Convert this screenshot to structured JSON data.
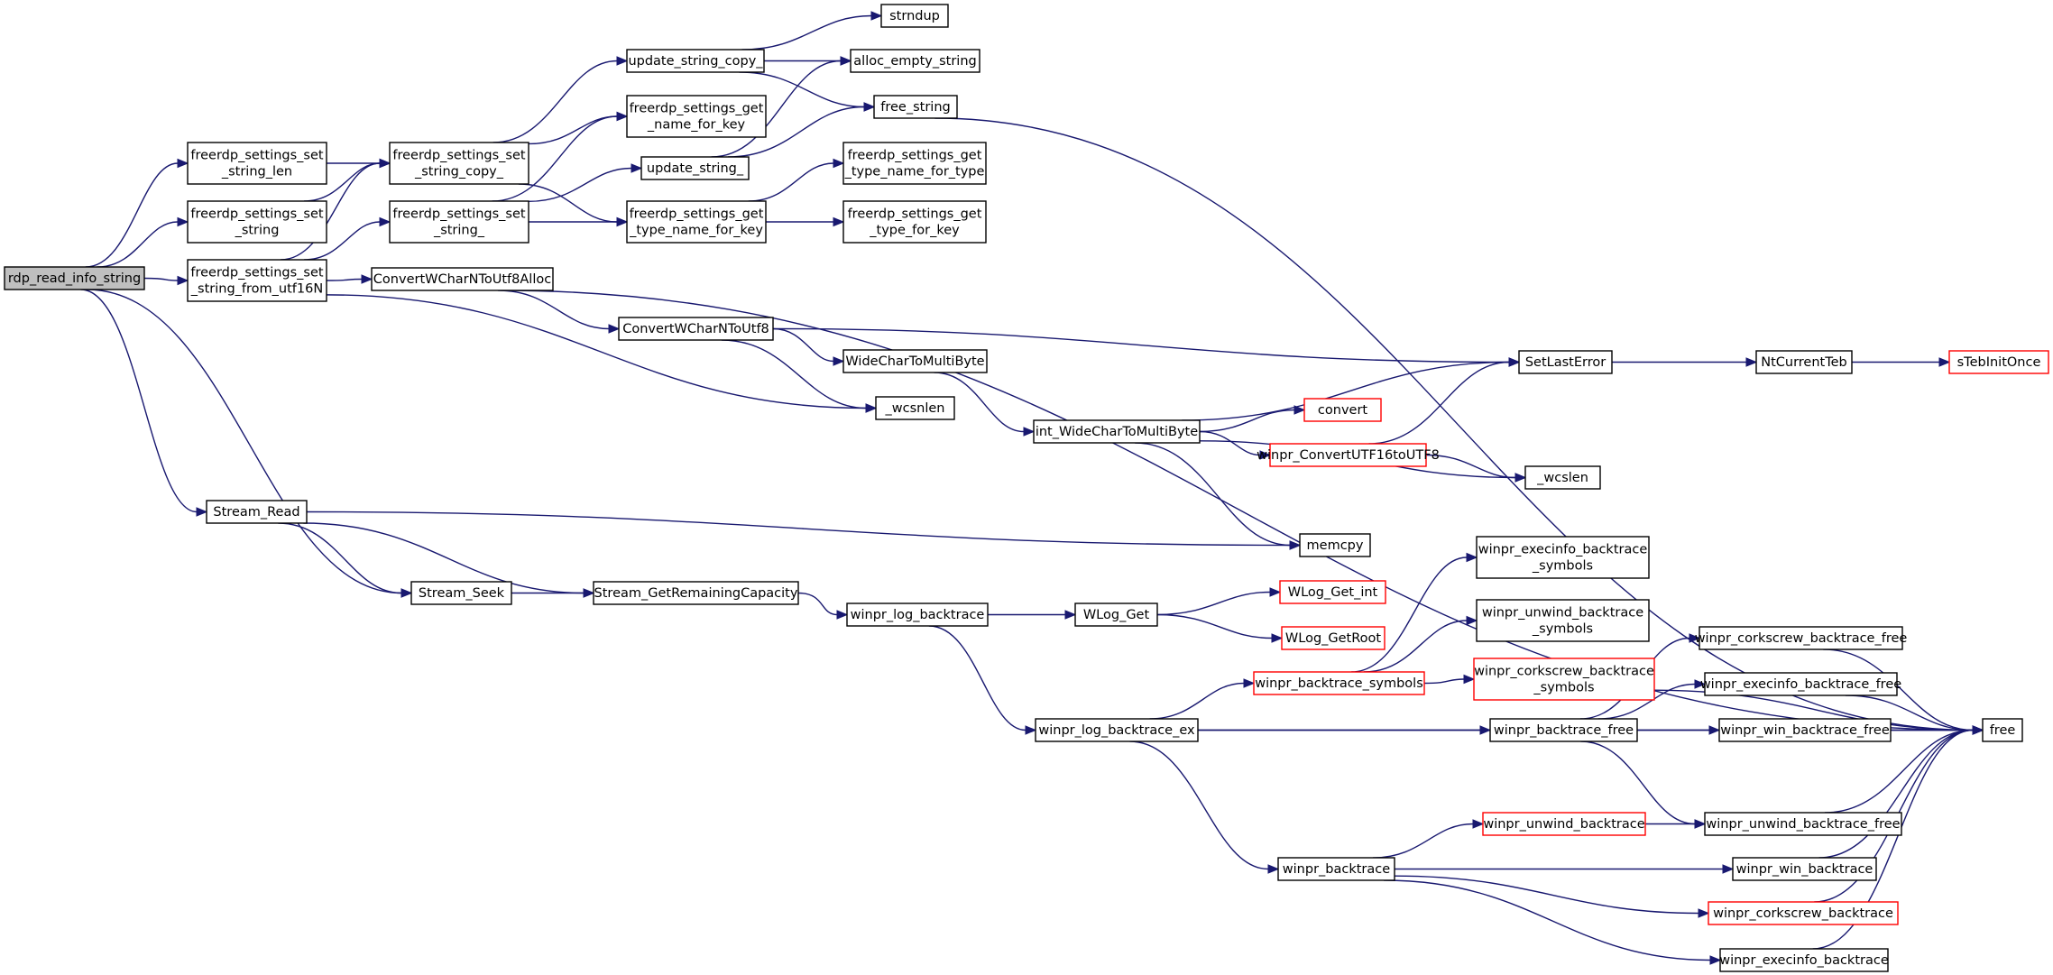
{
  "graph": {
    "colors": {
      "edge": "#191970",
      "border": "#000000",
      "red_border": "#ff0000",
      "root_fill": "#bfbfbf"
    },
    "nodes": [
      {
        "id": "n1",
        "lines": [
          "rdp_read_info_string"
        ],
        "style": "root"
      },
      {
        "id": "n2",
        "lines": [
          "freerdp_settings_set",
          "_string_len"
        ]
      },
      {
        "id": "n3",
        "lines": [
          "freerdp_settings_set",
          "_string"
        ]
      },
      {
        "id": "n4",
        "lines": [
          "freerdp_settings_set",
          "_string_from_utf16N"
        ]
      },
      {
        "id": "n5",
        "lines": [
          "Stream_Read"
        ]
      },
      {
        "id": "n6",
        "lines": [
          "Stream_Seek"
        ]
      },
      {
        "id": "n7",
        "lines": [
          "freerdp_settings_set",
          "_string_copy_"
        ]
      },
      {
        "id": "n8",
        "lines": [
          "freerdp_settings_set",
          "_string_"
        ]
      },
      {
        "id": "n9",
        "lines": [
          "ConvertWCharNToUtf8Alloc"
        ]
      },
      {
        "id": "n10",
        "lines": [
          "update_string_copy_"
        ]
      },
      {
        "id": "n11",
        "lines": [
          "freerdp_settings_get",
          "_name_for_key"
        ]
      },
      {
        "id": "n12",
        "lines": [
          "update_string_"
        ]
      },
      {
        "id": "n13",
        "lines": [
          "freerdp_settings_get",
          "_type_name_for_key"
        ]
      },
      {
        "id": "n14",
        "lines": [
          "strndup"
        ]
      },
      {
        "id": "n15",
        "lines": [
          "alloc_empty_string"
        ]
      },
      {
        "id": "n16",
        "lines": [
          "free_string"
        ]
      },
      {
        "id": "n17",
        "lines": [
          "freerdp_settings_get",
          "_type_name_for_type"
        ]
      },
      {
        "id": "n18",
        "lines": [
          "freerdp_settings_get",
          "_type_for_key"
        ]
      },
      {
        "id": "n19",
        "lines": [
          "ConvertWCharNToUtf8"
        ]
      },
      {
        "id": "n20",
        "lines": [
          "WideCharToMultiByte"
        ]
      },
      {
        "id": "n21",
        "lines": [
          "_wcsnlen"
        ]
      },
      {
        "id": "n22",
        "lines": [
          "int_WideCharToMultiByte"
        ]
      },
      {
        "id": "n23",
        "lines": [
          "SetLastError"
        ]
      },
      {
        "id": "n24",
        "lines": [
          "NtCurrentTeb"
        ]
      },
      {
        "id": "n25",
        "lines": [
          "sTebInitOnce"
        ],
        "style": "red"
      },
      {
        "id": "n26",
        "lines": [
          "convert"
        ],
        "style": "red"
      },
      {
        "id": "n27",
        "lines": [
          "winpr_ConvertUTF16toUTF8"
        ],
        "style": "red"
      },
      {
        "id": "n28",
        "lines": [
          "_wcslen"
        ]
      },
      {
        "id": "n29",
        "lines": [
          "memcpy"
        ]
      },
      {
        "id": "n30",
        "lines": [
          "Stream_GetRemainingCapacity"
        ]
      },
      {
        "id": "n31",
        "lines": [
          "winpr_log_backtrace"
        ]
      },
      {
        "id": "n32",
        "lines": [
          "WLog_Get"
        ]
      },
      {
        "id": "n33",
        "lines": [
          "WLog_Get_int"
        ],
        "style": "red"
      },
      {
        "id": "n34",
        "lines": [
          "WLog_GetRoot"
        ],
        "style": "red"
      },
      {
        "id": "n35",
        "lines": [
          "winpr_log_backtrace_ex"
        ]
      },
      {
        "id": "n36",
        "lines": [
          "winpr_backtrace_symbols"
        ],
        "style": "red"
      },
      {
        "id": "n37",
        "lines": [
          "winpr_execinfo_backtrace",
          "_symbols"
        ]
      },
      {
        "id": "n38",
        "lines": [
          "winpr_unwind_backtrace",
          "_symbols"
        ]
      },
      {
        "id": "n39",
        "lines": [
          "winpr_corkscrew_backtrace",
          "_symbols"
        ],
        "style": "red"
      },
      {
        "id": "n40",
        "lines": [
          "winpr_backtrace_free"
        ]
      },
      {
        "id": "n41",
        "lines": [
          "winpr_corkscrew_backtrace_free"
        ]
      },
      {
        "id": "n42",
        "lines": [
          "winpr_execinfo_backtrace_free"
        ]
      },
      {
        "id": "n43",
        "lines": [
          "winpr_win_backtrace_free"
        ]
      },
      {
        "id": "n44",
        "lines": [
          "winpr_unwind_backtrace_free"
        ]
      },
      {
        "id": "n45",
        "lines": [
          "free"
        ]
      },
      {
        "id": "n46",
        "lines": [
          "winpr_backtrace"
        ]
      },
      {
        "id": "n47",
        "lines": [
          "winpr_unwind_backtrace"
        ],
        "style": "red"
      },
      {
        "id": "n48",
        "lines": [
          "winpr_win_backtrace"
        ]
      },
      {
        "id": "n49",
        "lines": [
          "winpr_corkscrew_backtrace"
        ],
        "style": "red"
      },
      {
        "id": "n50",
        "lines": [
          "winpr_execinfo_backtrace"
        ]
      }
    ],
    "edges": [
      [
        "n1",
        "n2"
      ],
      [
        "n1",
        "n3"
      ],
      [
        "n1",
        "n4"
      ],
      [
        "n1",
        "n5"
      ],
      [
        "n1",
        "n6"
      ],
      [
        "n2",
        "n7"
      ],
      [
        "n3",
        "n7"
      ],
      [
        "n4",
        "n7"
      ],
      [
        "n4",
        "n8"
      ],
      [
        "n4",
        "n9"
      ],
      [
        "n4",
        "n21"
      ],
      [
        "n7",
        "n10"
      ],
      [
        "n7",
        "n11"
      ],
      [
        "n7",
        "n13"
      ],
      [
        "n8",
        "n11"
      ],
      [
        "n8",
        "n12"
      ],
      [
        "n8",
        "n13"
      ],
      [
        "n10",
        "n14"
      ],
      [
        "n10",
        "n15"
      ],
      [
        "n10",
        "n16"
      ],
      [
        "n12",
        "n15"
      ],
      [
        "n12",
        "n16"
      ],
      [
        "n13",
        "n17"
      ],
      [
        "n13",
        "n18"
      ],
      [
        "n16",
        "n45"
      ],
      [
        "n9",
        "n19"
      ],
      [
        "n9",
        "n45"
      ],
      [
        "n19",
        "n20"
      ],
      [
        "n19",
        "n21"
      ],
      [
        "n19",
        "n23"
      ],
      [
        "n20",
        "n22"
      ],
      [
        "n22",
        "n23"
      ],
      [
        "n22",
        "n26"
      ],
      [
        "n22",
        "n27"
      ],
      [
        "n22",
        "n28"
      ],
      [
        "n22",
        "n29"
      ],
      [
        "n27",
        "n23"
      ],
      [
        "n27",
        "n28"
      ],
      [
        "n23",
        "n24"
      ],
      [
        "n24",
        "n25"
      ],
      [
        "n5",
        "n29"
      ],
      [
        "n5",
        "n6"
      ],
      [
        "n5",
        "n30"
      ],
      [
        "n6",
        "n30"
      ],
      [
        "n30",
        "n31"
      ],
      [
        "n31",
        "n32"
      ],
      [
        "n31",
        "n35"
      ],
      [
        "n32",
        "n33"
      ],
      [
        "n32",
        "n34"
      ],
      [
        "n35",
        "n36"
      ],
      [
        "n35",
        "n40"
      ],
      [
        "n35",
        "n45"
      ],
      [
        "n35",
        "n46"
      ],
      [
        "n36",
        "n37"
      ],
      [
        "n36",
        "n38"
      ],
      [
        "n36",
        "n39"
      ],
      [
        "n39",
        "n45"
      ],
      [
        "n40",
        "n41"
      ],
      [
        "n40",
        "n42"
      ],
      [
        "n40",
        "n43"
      ],
      [
        "n40",
        "n44"
      ],
      [
        "n41",
        "n45"
      ],
      [
        "n42",
        "n45"
      ],
      [
        "n43",
        "n45"
      ],
      [
        "n44",
        "n45"
      ],
      [
        "n46",
        "n47"
      ],
      [
        "n46",
        "n48"
      ],
      [
        "n46",
        "n49"
      ],
      [
        "n46",
        "n50"
      ],
      [
        "n47",
        "n44"
      ],
      [
        "n48",
        "n45"
      ],
      [
        "n49",
        "n45"
      ],
      [
        "n50",
        "n45"
      ]
    ]
  }
}
